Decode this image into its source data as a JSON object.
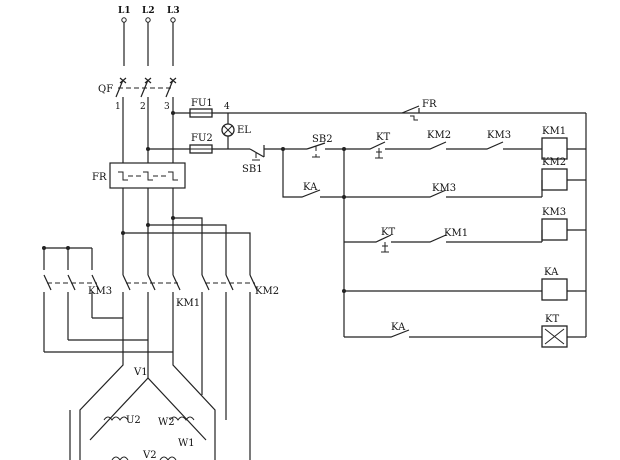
{
  "labels": {
    "L1": "L1",
    "L2": "L2",
    "L3": "L3",
    "QF": "QF",
    "n1": "1",
    "n2": "2",
    "n3": "3",
    "n4": "4",
    "FU1": "FU1",
    "FU2": "FU2",
    "EL": "EL",
    "FR": "FR",
    "SB1": "SB1",
    "SB2": "SB2",
    "KT": "KT",
    "KM1": "KM1",
    "KM2": "KM2",
    "KM3": "KM3",
    "KA": "KA",
    "U2": "U2",
    "V1": "V1",
    "V2": "V2",
    "W1": "W1",
    "W2": "W2"
  }
}
